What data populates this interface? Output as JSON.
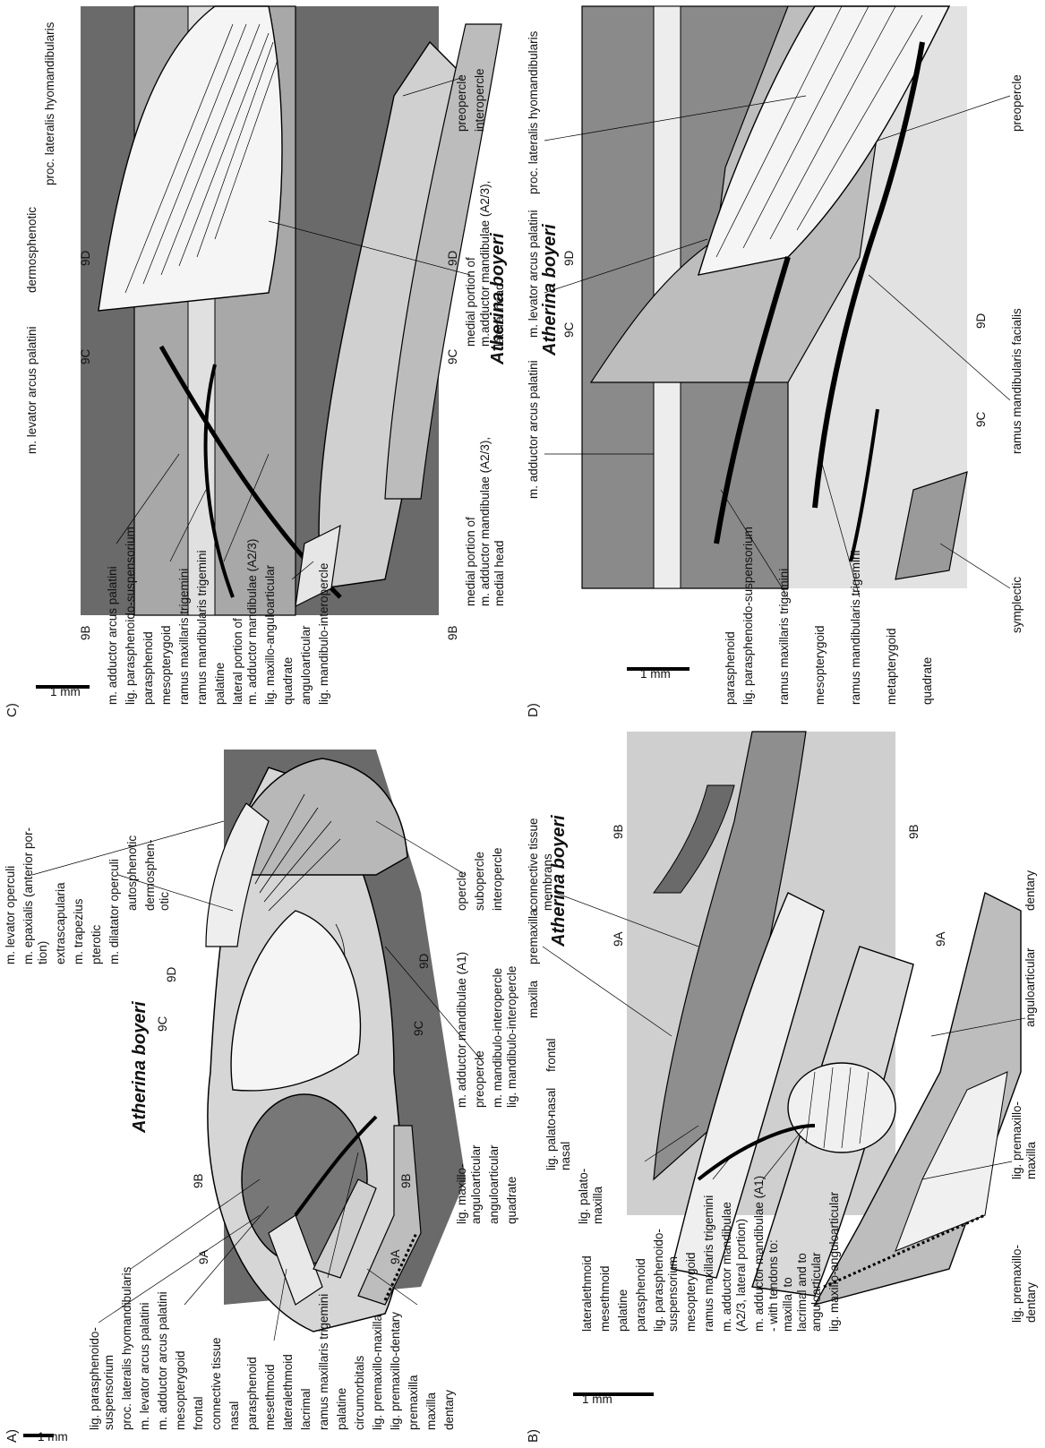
{
  "figure": {
    "panels": [
      {
        "id": "A",
        "letter": "A)",
        "title": "Atherina boyeri",
        "scale": "1 mm",
        "top_labels": [
          "lig. parasphenoido-",
          "suspensorium",
          "proc. lateralis hyomandibularis",
          "m. levator arcus palatini",
          "m. adductor arcus palatini",
          "mesopterygoid",
          "frontal",
          "connective tissue",
          "nasal",
          "parasphenoid",
          "mesethmoid",
          "lateralethmoid",
          "lacrimal",
          "ramus maxillaris trigemini",
          "palatine",
          "circumorbitals",
          "lig. premaxillo-maxilla",
          "lig. premaxillo-dentary",
          "premaxilla",
          "maxilla",
          "dentary"
        ],
        "right_labels": [
          "m. levator operculi",
          "m. epaxialis (anterior por-",
          "tion)",
          "extrascapularia",
          "m. trapezius",
          "pterotic",
          "m. dilatator operculi",
          "autosphenotic",
          "dermosphen-",
          "otic",
          "opercle",
          "subopercle",
          "interopercle",
          "m. adductor mandibulae (A1)",
          "preopercle",
          "m. mandibulo-interopercle",
          "lig. mandibulo-interopercle",
          "lig. maxillo-",
          "anguloarticular",
          "anguloarticular",
          "quadrate"
        ],
        "section_marks": [
          "9A",
          "9B",
          "9C",
          "9D",
          "9A",
          "9B",
          "9C",
          "9D"
        ]
      },
      {
        "id": "B",
        "letter": "B)",
        "title": "Atherina boyeri",
        "scale": "1 mm",
        "labels": [
          "connective tissue",
          "membrans",
          "premaxilla",
          "maxilla",
          "frontal",
          "nasal",
          "lig. palato-",
          "nasal",
          "lig. palato-",
          "maxilla",
          "lateralethmoid",
          "mesethmoid",
          "palatine",
          "parasphenoid",
          "lig. parasphenoido-",
          "suspensorium",
          "mesopterygoid",
          "ramus maxillaris trigemini",
          "m. adductor mandibulae",
          "(A2/3, lateral portion)",
          "m. adductor mandibulae (A1)",
          "- with tendons to:",
          "maxilla, to",
          "lacrimal and to",
          "anguloarticular",
          "lig. maxillo-anguloarticular",
          "anguloarticular",
          "dentary",
          "lig. premaxillo-",
          "maxilla",
          "lig. premaxillo-",
          "dentary"
        ],
        "section_marks": [
          "9A",
          "9B",
          "9A",
          "9B"
        ]
      },
      {
        "id": "C",
        "letter": "C)",
        "title": "Atherina boyeri",
        "scale": "1 mm",
        "labels": [
          "m. levator arcus palatini",
          "dermosphenotic",
          "proc. lateralis hyomandibularis",
          "m. adductor arcus palatini",
          "lig. parasphenoido-suspensorium",
          "parasphenoid",
          "mesopterygoid",
          "ramus maxillaris trigemini",
          "ramus mandibularis trigemini",
          "palatine",
          "lateral portion of",
          "m. adductor mandibulae (A2/3)",
          "lig. maxillo-anguloarticular",
          "quadrate",
          "anguloarticular",
          "lig. mandibulo-interopercle",
          "preopercle",
          "interopercle",
          "medial portion of",
          "m.adductor mandibulae (A2/3),",
          "lateral head",
          "medial portion of",
          "m. adductor mandibulae (A2/3),",
          "medial head"
        ],
        "section_marks": [
          "9B",
          "9C",
          "9D",
          "9B",
          "9C",
          "9D"
        ]
      },
      {
        "id": "D",
        "letter": "D)",
        "title": "Atherina boyeri",
        "scale": "1 mm",
        "labels": [
          "m. adductor arcus palatini",
          "m. levator arcus palatini",
          "proc. lateralis hyomandibularis",
          "parasphenoid",
          "lig. parasphenoido-suspensorium",
          "ramus maxillaris trigemini",
          "mesopterygoid",
          "ramus mandibularis trigemini",
          "metapterygoid",
          "quadrate",
          "preopercle",
          "ramus mandibularis facialis",
          "symplectic"
        ],
        "section_marks": [
          "9C",
          "9D",
          "9C",
          "9D"
        ]
      }
    ]
  }
}
